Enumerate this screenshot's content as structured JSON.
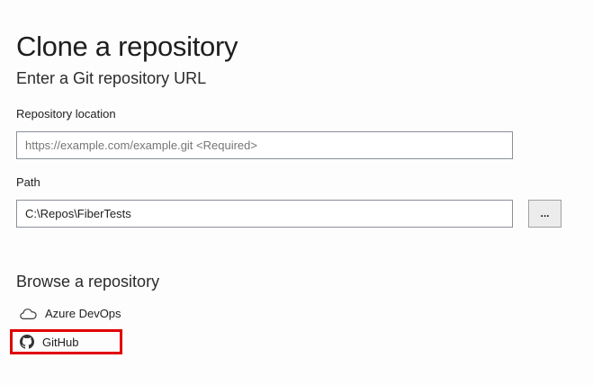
{
  "page_title": "Clone a repository",
  "url_section": {
    "heading": "Enter a Git repository URL",
    "repo_location": {
      "label": "Repository location",
      "placeholder": "https://example.com/example.git <Required>",
      "value": ""
    },
    "path": {
      "label": "Path",
      "value": "C:\\Repos\\FiberTests"
    },
    "browse_button_label": "..."
  },
  "browse_section": {
    "heading": "Browse a repository",
    "items": [
      {
        "label": "Azure DevOps",
        "icon": "cloud-icon",
        "highlighted": false
      },
      {
        "label": "GitHub",
        "icon": "github-icon",
        "highlighted": true
      }
    ]
  },
  "colors": {
    "background": "#fdfdfd",
    "text": "#1e1e1e",
    "placeholder": "#767676",
    "input_border": "#8a8f99",
    "button_background": "#ececec",
    "button_border": "#a0a0a0",
    "highlight_red": "#e00000",
    "icon_gray": "#3c3c3c"
  }
}
